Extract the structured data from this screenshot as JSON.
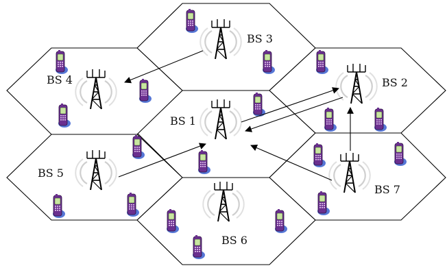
{
  "base_stations": [
    {
      "id": "bs1",
      "label": "BS 1"
    },
    {
      "id": "bs2",
      "label": "BS 2"
    },
    {
      "id": "bs3",
      "label": "BS 3"
    },
    {
      "id": "bs4",
      "label": "BS 4"
    },
    {
      "id": "bs5",
      "label": "BS 5"
    },
    {
      "id": "bs6",
      "label": "BS 6"
    },
    {
      "id": "bs7",
      "label": "BS 7"
    }
  ],
  "links": [
    {
      "from": "bs3",
      "to": "bs4"
    },
    {
      "from": "bs5",
      "to": "bs1"
    },
    {
      "from": "bs7",
      "to": "bs1"
    },
    {
      "from": "bs7",
      "to": "bs2"
    },
    {
      "from": "bs1",
      "to": "bs2"
    },
    {
      "from": "bs2",
      "to": "bs1"
    }
  ],
  "icons": {
    "tower": "antenna-tower-icon",
    "phone": "mobile-phone-icon"
  },
  "colors": {
    "cell_border": "#000000",
    "phone_body": "#6a2f8f",
    "phone_screen": "#c8e6a0",
    "phone_shadow": "#3a5fcf",
    "tower_waves": "#bdbdbd"
  }
}
